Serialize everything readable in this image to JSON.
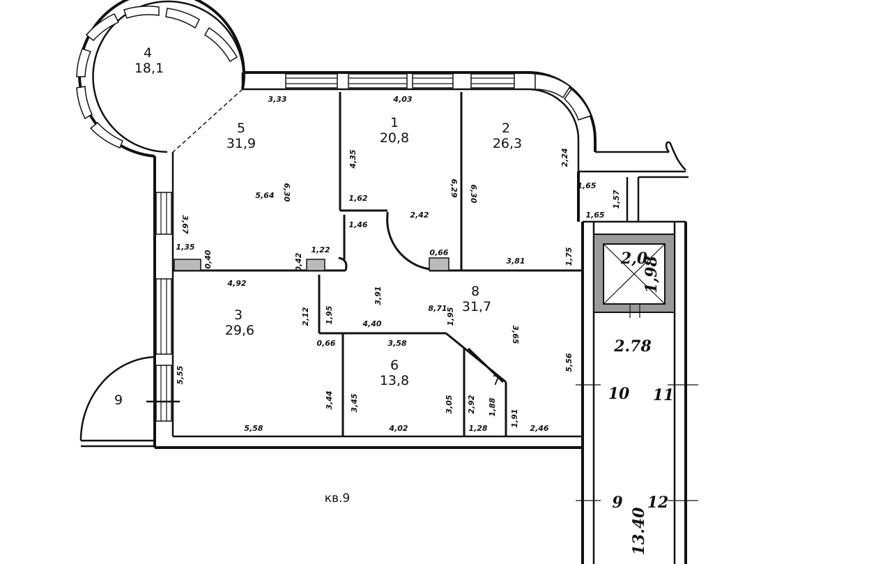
{
  "rooms": [
    {
      "id": "r1",
      "number": "1",
      "area": "20,8"
    },
    {
      "id": "r2",
      "number": "2",
      "area": "26,3"
    },
    {
      "id": "r3",
      "number": "3",
      "area": "29,6"
    },
    {
      "id": "r4",
      "number": "4",
      "area": "18,1"
    },
    {
      "id": "r5",
      "number": "5",
      "area": "31,9"
    },
    {
      "id": "r6",
      "number": "6",
      "area": "13,8"
    },
    {
      "id": "r7",
      "number": "7",
      "area": ""
    },
    {
      "id": "r8",
      "number": "8",
      "area": "31,7"
    },
    {
      "id": "r9",
      "number": "9",
      "area": ""
    }
  ],
  "dimensions": [
    "3,33",
    "4,03",
    "4,35",
    "6,29",
    "6,30",
    "2,24",
    "1,65",
    "1,57",
    "1,65",
    "5,64",
    "6,30",
    "1,62",
    "2,42",
    "1,46",
    "3,67",
    "1,35",
    "0,40",
    "0,42",
    "1,22",
    "0,66",
    "3,81",
    "1,75",
    "4,92",
    "3,91",
    "8,71",
    "1,95",
    "2,12",
    "1,95",
    "4,40",
    "3,65",
    "5,56",
    "0,66",
    "3,58",
    "5,55",
    "3,44",
    "3,45",
    "3,05",
    "2,92",
    "1,88",
    "1,91",
    "5,58",
    "4,02",
    "1,28",
    "2,46"
  ],
  "shaft": {
    "width": "2,0",
    "height": "1,98"
  },
  "corridor": {
    "width": "2.78",
    "length": "13.40",
    "floor_left_top": "10",
    "floor_right_top": "11",
    "floor_left_bottom": "9",
    "floor_right_bottom": "12"
  },
  "apartment_label": "кв.9"
}
